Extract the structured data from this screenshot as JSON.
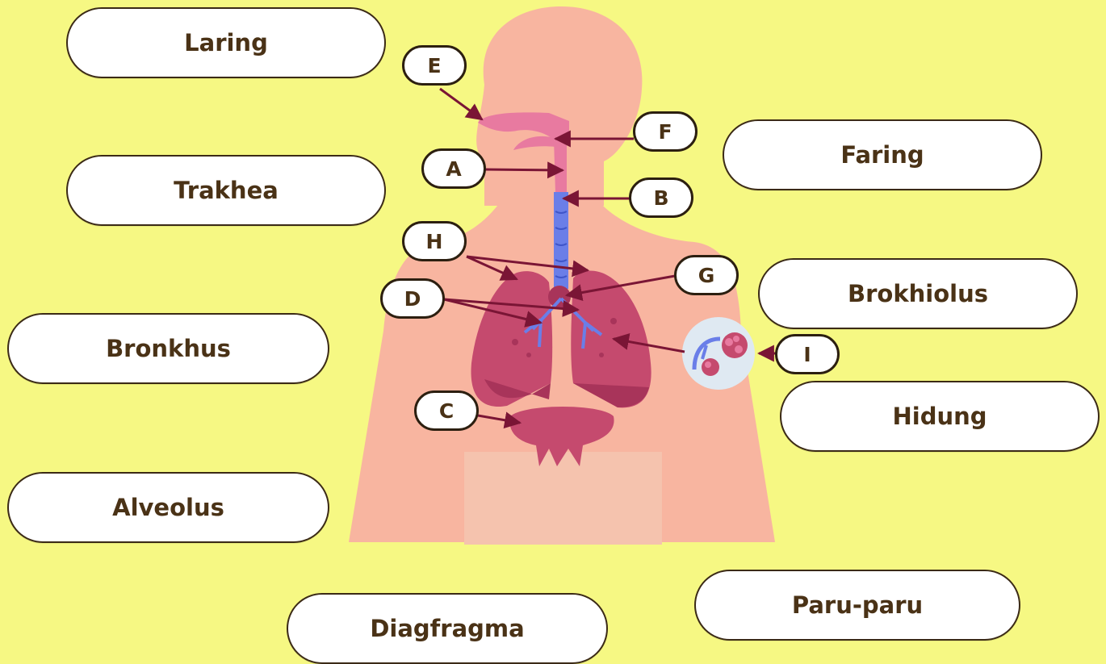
{
  "answers": [
    "Laring",
    "Trakhea",
    "Bronkhus",
    "Alveolus",
    "Diagfragma",
    "Faring",
    "Brokhiolus",
    "Hidung",
    "Paru-paru"
  ],
  "markers": [
    "E",
    "F",
    "A",
    "B",
    "H",
    "G",
    "D",
    "I",
    "C"
  ],
  "colors": {
    "background": "#f6f883",
    "body": "#f8b5a0",
    "lung": "#c54a6e",
    "airway": "#6a7ee8",
    "arrow": "#7a1535",
    "text": "#4a3216"
  }
}
